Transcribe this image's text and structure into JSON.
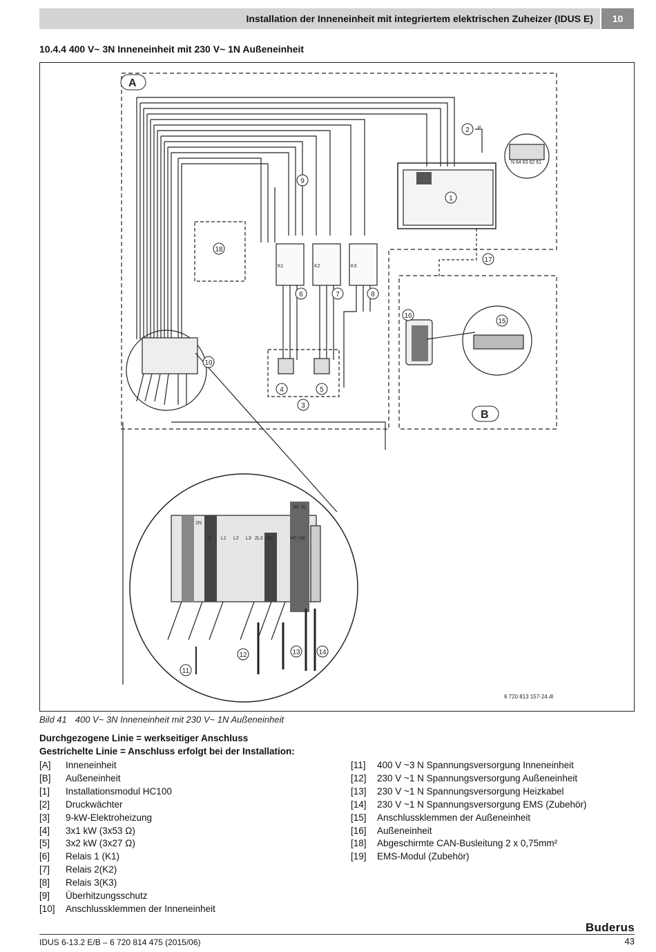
{
  "header": {
    "title": "Installation der Inneneinheit mit integriertem elektrischen Zuheizer (IDUS E)",
    "chapter": "10"
  },
  "section": {
    "title": "10.4.4    400 V~ 3N Inneneinheit mit 230 V~ 1N Außeneinheit"
  },
  "figure": {
    "code": "6 720 813 157-24.4l",
    "zone_a": "A",
    "zone_b": "B",
    "callouts": [
      "1",
      "2",
      "3",
      "4",
      "5",
      "6",
      "7",
      "8",
      "9",
      "10",
      "11",
      "12",
      "13",
      "14",
      "15",
      "16",
      "17",
      "18"
    ],
    "relay_labels": [
      "K1",
      "K2",
      "K3"
    ],
    "terminal_labels": [
      "N",
      "L1",
      "L2",
      "L3",
      "2L3",
      "2N",
      "1N",
      "HC",
      "HC",
      "3N",
      "3L"
    ],
    "module_terminals": "N 64 63 62 61",
    "pressure_switch": "P"
  },
  "caption": {
    "number": "Bild 41",
    "text": "400 V~ 3N Inneneinheit mit 230 V~ 1N Außeneinheit"
  },
  "legend_intro": {
    "solid": "Durchgezogene Linie = werkseitiger Anschluss",
    "dashed": "Gestrichelte Linie = Anschluss erfolgt bei der Installation:"
  },
  "legend_left": [
    {
      "key": "[A]",
      "text": "Inneneinheit"
    },
    {
      "key": "[B]",
      "text": "Außeneinheit"
    },
    {
      "key": "[1]",
      "text": "Installationsmodul HC100"
    },
    {
      "key": "[2]",
      "text": "Druckwächter"
    },
    {
      "key": "[3]",
      "text": "9-kW-Elektroheizung"
    },
    {
      "key": "[4]",
      "text": "3x1 kW (3x53 Ω)"
    },
    {
      "key": "[5]",
      "text": "3x2 kW (3x27 Ω)"
    },
    {
      "key": "[6]",
      "text": "Relais 1 (K1)"
    },
    {
      "key": "[7]",
      "text": "Relais 2(K2)"
    },
    {
      "key": "[8]",
      "text": "Relais 3(K3)"
    },
    {
      "key": "[9]",
      "text": "Überhitzungsschutz"
    },
    {
      "key": "[10]",
      "text": "Anschlussklemmen der Inneneinheit"
    }
  ],
  "legend_right": [
    {
      "key": "[11]",
      "text": "400 V ~3 N Spannungsversorgung Inneneinheit"
    },
    {
      "key": "[12]",
      "text": "230 V ~1 N Spannungsversorgung Außeneinheit"
    },
    {
      "key": "[13]",
      "text": "230 V ~1 N Spannungsversorgung Heizkabel"
    },
    {
      "key": "[14]",
      "text": "230 V ~1 N Spannungsversorgung EMS (Zubehör)"
    },
    {
      "key": "[15]",
      "text": "Anschlussklemmen der Außeneinheit"
    },
    {
      "key": "[16]",
      "text": "Außeneinheit"
    },
    {
      "key": "[18]",
      "text": "Abgeschirmte CAN-Busleitung 2 x 0,75mm²"
    },
    {
      "key": "[19]",
      "text": "EMS-Modul (Zubehör)"
    }
  ],
  "footer": {
    "doc": "IDUS 6-13.2 E/B – 6 720 814 475 (2015/06)",
    "page": "43",
    "brand": "Buderus"
  }
}
